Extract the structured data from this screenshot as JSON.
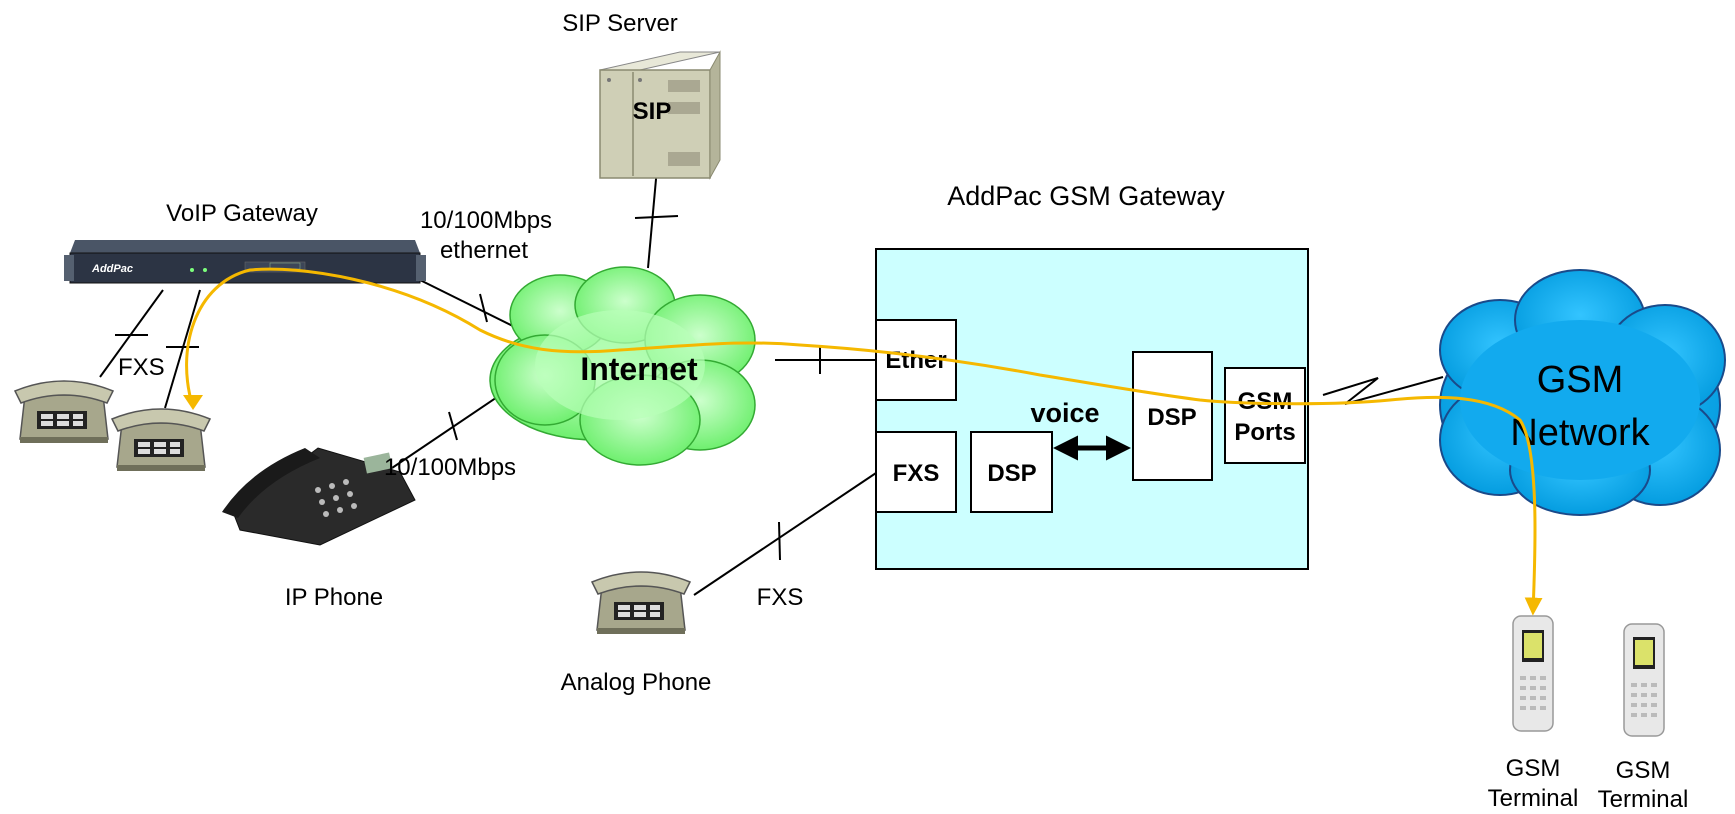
{
  "labels": {
    "sip_server": "SIP Server",
    "sip": "SIP",
    "voip_gateway": "VoIP Gateway",
    "gateway_brand": "AddPac",
    "eth_speed_1": "10/100Mbps",
    "eth_word": "ethernet",
    "addpac_gsm_gateway": "AddPac GSM Gateway",
    "internet": "Internet",
    "fxs_left": "FXS",
    "ip_link_speed": "10/100Mbps",
    "ip_phone": "IP Phone",
    "analog_phone": "Analog Phone",
    "fxs_analog": "FXS",
    "ether": "Ether",
    "voice": "voice",
    "dsp_main": "DSP",
    "dsp_fxs": "DSP",
    "fxs_port": "FXS",
    "gsm_ports_line1": "GSM",
    "gsm_ports_line2": "Ports",
    "gsm_network_line1": "GSM",
    "gsm_network_line2": "Network",
    "gsm_terminal_1_line1": "GSM",
    "gsm_terminal_1_line2": "Terminal",
    "gsm_terminal_2_line1": "GSM",
    "gsm_terminal_2_line2": "Terminal"
  },
  "colors": {
    "gateway_box": "#ccffff",
    "internet_cloud": "#99ff99",
    "gsm_cloud": "#00b0f0",
    "call_path": "#f5b800",
    "server_body": "#cfcfb6"
  }
}
